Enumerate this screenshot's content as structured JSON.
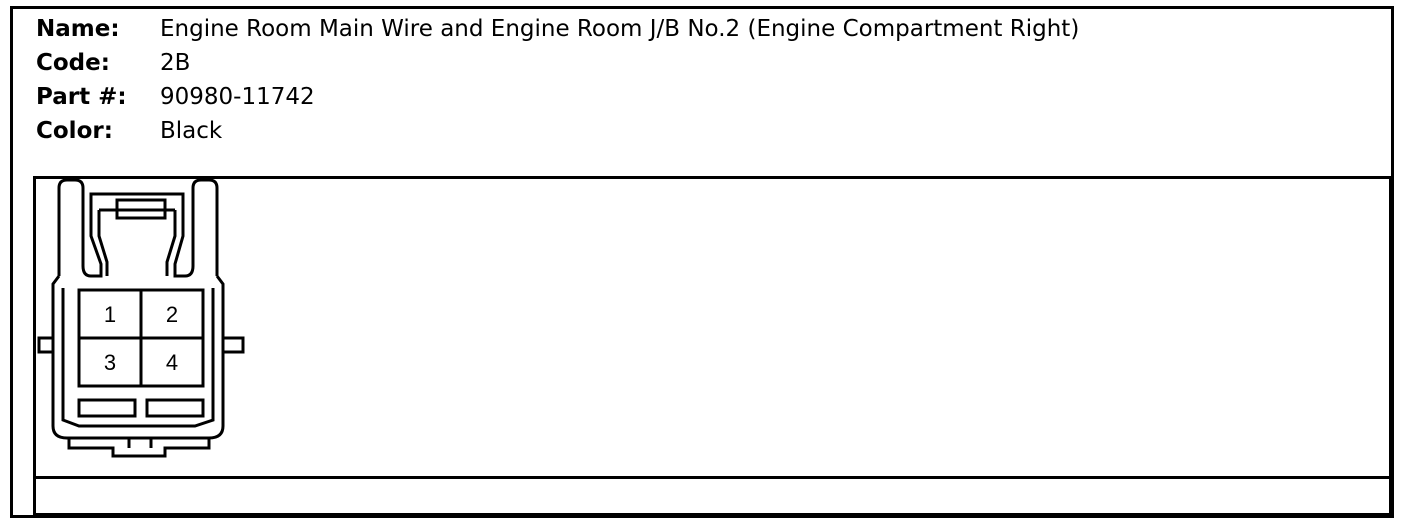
{
  "connector": {
    "name_label": "Name:",
    "name_value": "Engine Room Main Wire and Engine Room J/B No.2 (Engine Compartment Right)",
    "code_label": "Code:",
    "code_value": "2B",
    "part_label": "Part #:",
    "part_value": "90980-11742",
    "color_label": "Color:",
    "color_value": "Black"
  },
  "pins": [
    "1",
    "2",
    "3",
    "4"
  ],
  "colors": {
    "line": "#000000",
    "background": "#ffffff"
  }
}
